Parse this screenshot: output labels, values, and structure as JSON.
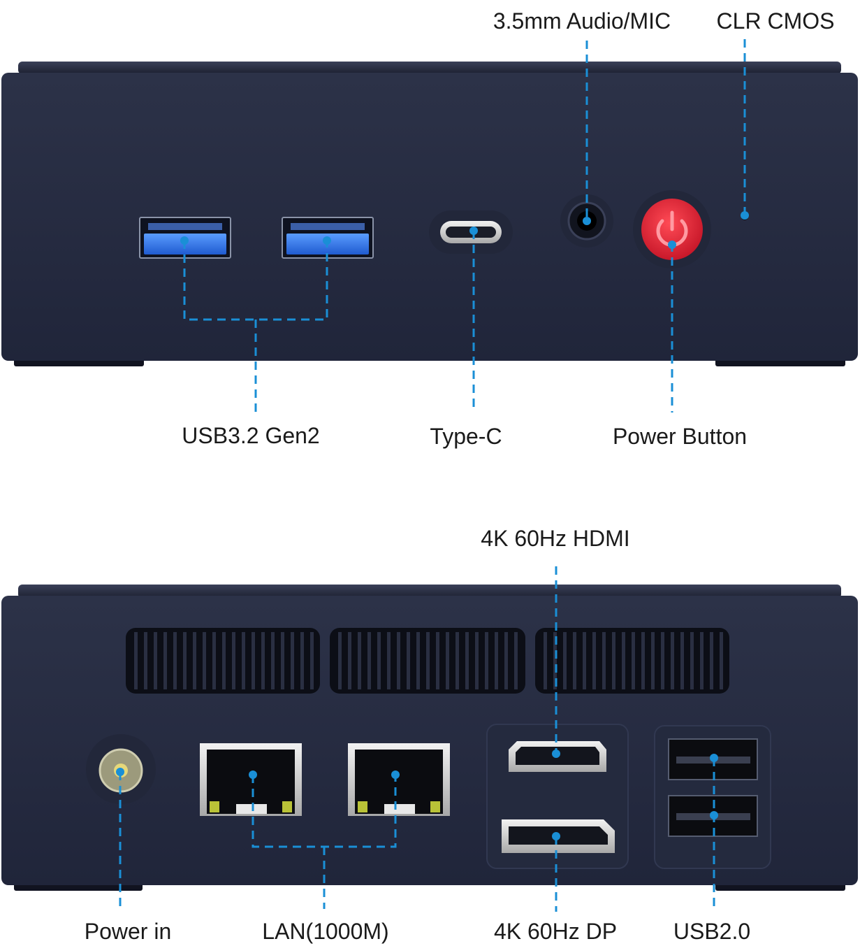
{
  "labels": {
    "audio_mic": "3.5mm Audio/MIC",
    "clr_cmos": "CLR CMOS",
    "usb32": "USB3.2 Gen2",
    "type_c": "Type-C",
    "power_button": "Power Button",
    "hdmi": "4K 60Hz HDMI",
    "power_in": "Power in",
    "lan": "LAN(1000M)",
    "dp": "4K 60Hz DP",
    "usb20": "USB2.0"
  },
  "colors": {
    "chassis": "#262b3f",
    "chassis_dark": "#1b1f2e",
    "usb3_blue": "#2f6fe0",
    "power_red": "#e0283a",
    "callout": "#1a8fd6",
    "label_text": "#1a1a1a"
  },
  "icons": {
    "power_button": "power-icon"
  }
}
